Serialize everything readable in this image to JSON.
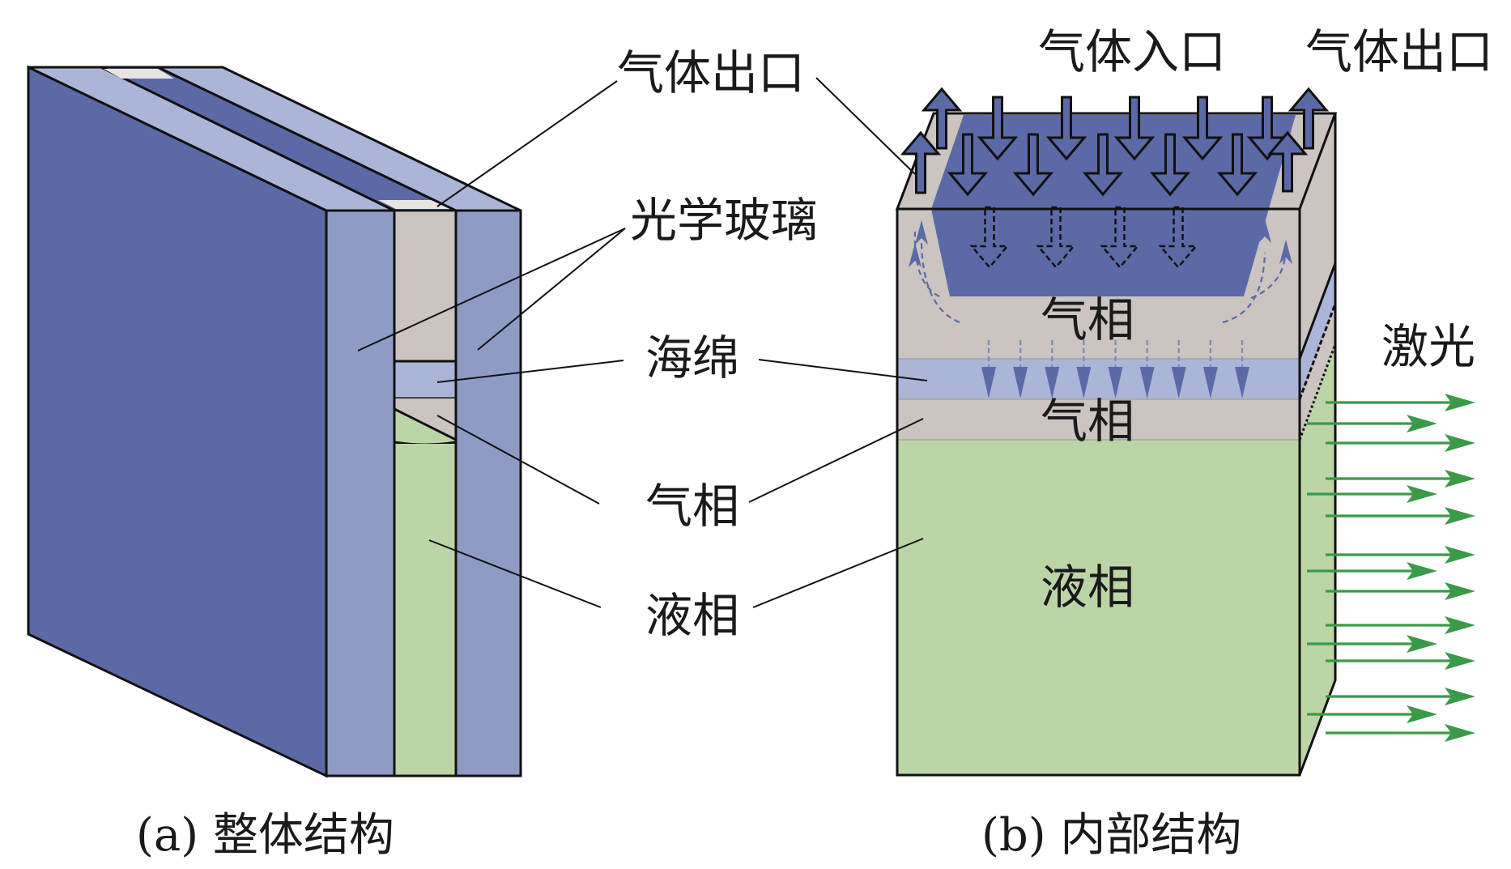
{
  "figure": {
    "panel_a": {
      "caption": "(a) 整体结构",
      "labels": {
        "gas_outlet": "气体出口",
        "optical_glass": "光学玻璃",
        "sponge": "海绵",
        "gas_phase": "气相",
        "liquid_phase": "液相"
      }
    },
    "panel_b": {
      "caption": "(b) 内部结构",
      "labels": {
        "gas_inlet": "气体入口",
        "gas_outlet": "气体出口",
        "gas_phase_upper": "气相",
        "gas_phase_lower": "气相",
        "liquid_phase": "液相",
        "laser": "激光"
      },
      "inlet_arrows_back_row": 5,
      "inlet_arrows_front_row": 5,
      "diffusion_arrows_inside": 4,
      "sponge_flow_arrows": 9,
      "outlet_arrows_per_side": 2,
      "laser_beam_count": 15
    },
    "colors": {
      "glass_side": "#5b6aa6",
      "glass_front": "#8e9cc5",
      "glass_top": "#aab5d8",
      "gas": "#cbc4c1",
      "sponge": "#aab5d8",
      "liquid": "#bcd5a6",
      "gas_flow": "#5b6aa6",
      "laser": "#3a9a47",
      "slot_top": "#e8e4e2"
    }
  }
}
